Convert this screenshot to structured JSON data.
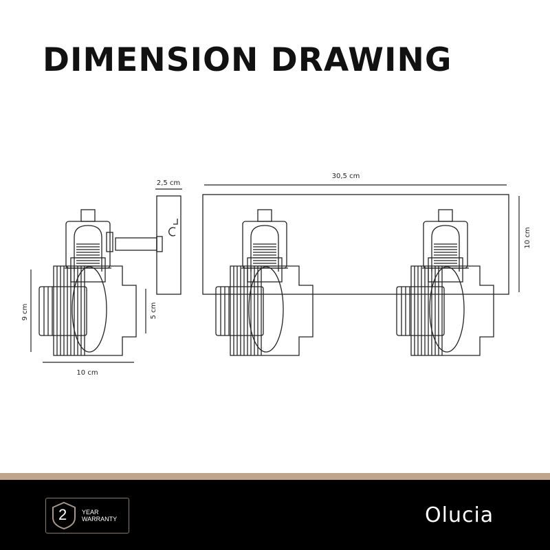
{
  "title": "DIMENSION DRAWING",
  "dimensions": {
    "side_height": "9 cm",
    "side_width": "10 cm",
    "shade_height": "5 cm",
    "plate_depth": "2,5 cm",
    "total_width": "30,5 cm",
    "plate_height": "10 cm"
  },
  "footer": {
    "warranty_number": "2",
    "warranty_line1": "YEAR",
    "warranty_line2": "WARRANTY",
    "brand": "Olucia"
  },
  "colors": {
    "accent_band": "#c0a58d",
    "footer_bg": "#000000"
  }
}
